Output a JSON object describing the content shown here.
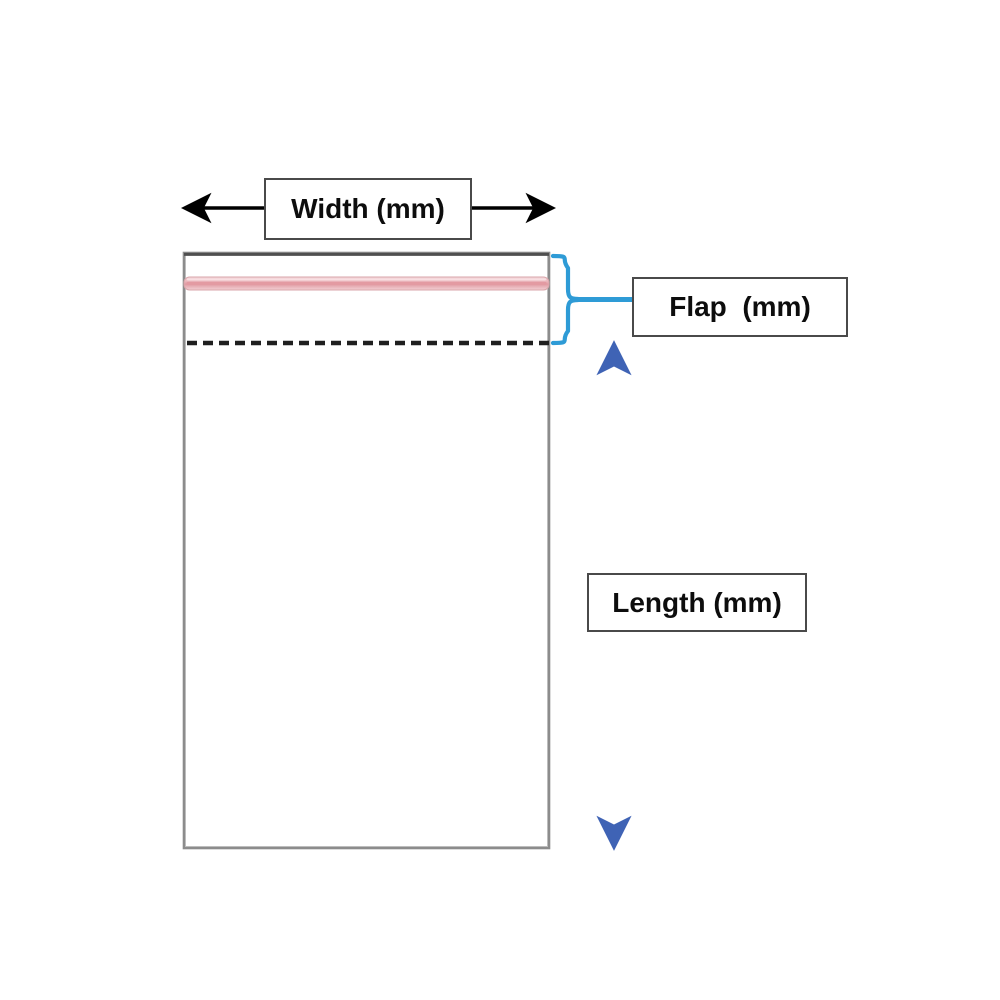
{
  "diagram": {
    "title": "Self-adhesive bag dimension diagram",
    "background_color": "#ffffff",
    "callouts": {
      "width": {
        "label": "Width (mm)",
        "measures": "horizontal outer width of the bag"
      },
      "flap": {
        "label": "Flap  (mm)",
        "measures": "distance from top edge of bag down to the dashed fold line"
      },
      "length": {
        "label": "Length (mm)",
        "measures": "vertical distance from the dashed fold line to the bottom of the bag"
      }
    },
    "shapes": {
      "bag": {
        "name": "bag-outline",
        "outline_color": "#7a7a7a",
        "fill_color": "#ffffff"
      },
      "adhesive_strip": {
        "name": "adhesive-strip",
        "color": "#e8a8ae",
        "highlight_color": "#f7d3d6"
      },
      "fold_line": {
        "name": "fold-line",
        "style": "dashed",
        "color": "#1a1a1a"
      },
      "flap_brace": {
        "name": "flap-brace",
        "color": "#2e9bd6"
      },
      "width_arrow": {
        "name": "width-arrow",
        "color": "#000000",
        "direction": "double"
      },
      "length_arrow": {
        "name": "length-arrow",
        "color": "#4472c4",
        "direction": "double"
      }
    }
  }
}
